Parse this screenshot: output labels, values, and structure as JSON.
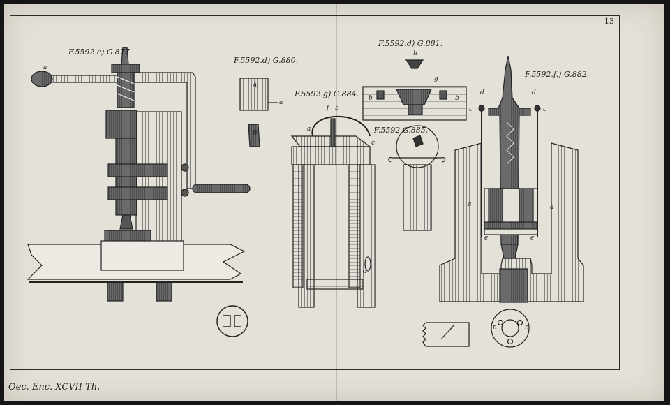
{
  "plate": {
    "number": "13",
    "footer": "Oec. Enc. XCVII Th."
  },
  "figures": {
    "f877": "F.5592.c) G.877.",
    "f880": "F.5592.d) G.880.",
    "f884": "F.5592.g) G.884.",
    "f881": "F.5592.d) G.881.",
    "f885": "F.5592 G.885.",
    "f882": "F.5592.f.) G.882."
  },
  "keys": {
    "a": "a",
    "b": "b",
    "c": "c",
    "d": "d",
    "e": "e",
    "f": "f",
    "g": "g",
    "h": "h",
    "n": "n",
    "A": "A",
    "B": "B"
  }
}
